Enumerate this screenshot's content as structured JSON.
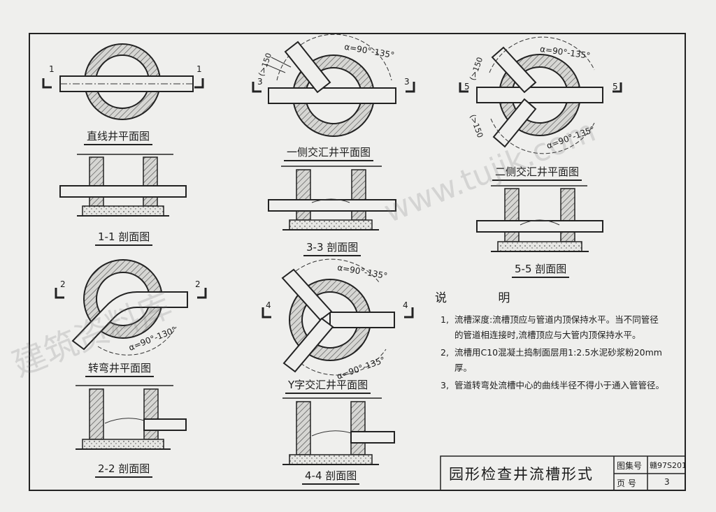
{
  "drawing": {
    "views": {
      "straight_plan": "直线井平面图",
      "section_1_1": "1-1 剖面图",
      "one_side_plan": "一侧交汇井平面图",
      "section_3_3": "3-3 剖面图",
      "two_side_plan": "二侧交汇井平面图",
      "section_5_5": "5-5 剖面图",
      "turn_plan": "转弯井平面图",
      "section_2_2": "2-2 剖面图",
      "y_plan": "Y字交汇井平面图",
      "section_4_4": "4-4 剖面图"
    },
    "cut_marks": {
      "m1": "1",
      "m2": "2",
      "m3": "3",
      "m4": "4",
      "m5": "5"
    },
    "angles": {
      "a_90_135": "α=90°-135°",
      "a_90_130": "α=90°-130°"
    },
    "dims": {
      "d150": "(>150"
    }
  },
  "notes": {
    "title": "说 明",
    "items": [
      {
        "num": "1,",
        "text": "流槽深度:流槽顶应与管道内顶保持水平。当不同管径的管道相连接时,流槽顶应与大管内顶保持水平。"
      },
      {
        "num": "2,",
        "text": "流槽用C10混凝土捣制面层用1:2.5水泥砂浆粉20mm厚。"
      },
      {
        "num": "3,",
        "text": "管道转弯处流槽中心的曲线半径不得小于通入管管径。"
      }
    ]
  },
  "title_block": {
    "title": "园形检查井流槽形式",
    "atlas_label": "图集号",
    "atlas_code": "赣97S201",
    "page_label": "页 号",
    "page_no": "3"
  },
  "watermarks": [
    "建筑资料库",
    "www.tujik.com"
  ],
  "colors": {
    "ink": "#1c1c1c",
    "paper": "#efefed"
  }
}
